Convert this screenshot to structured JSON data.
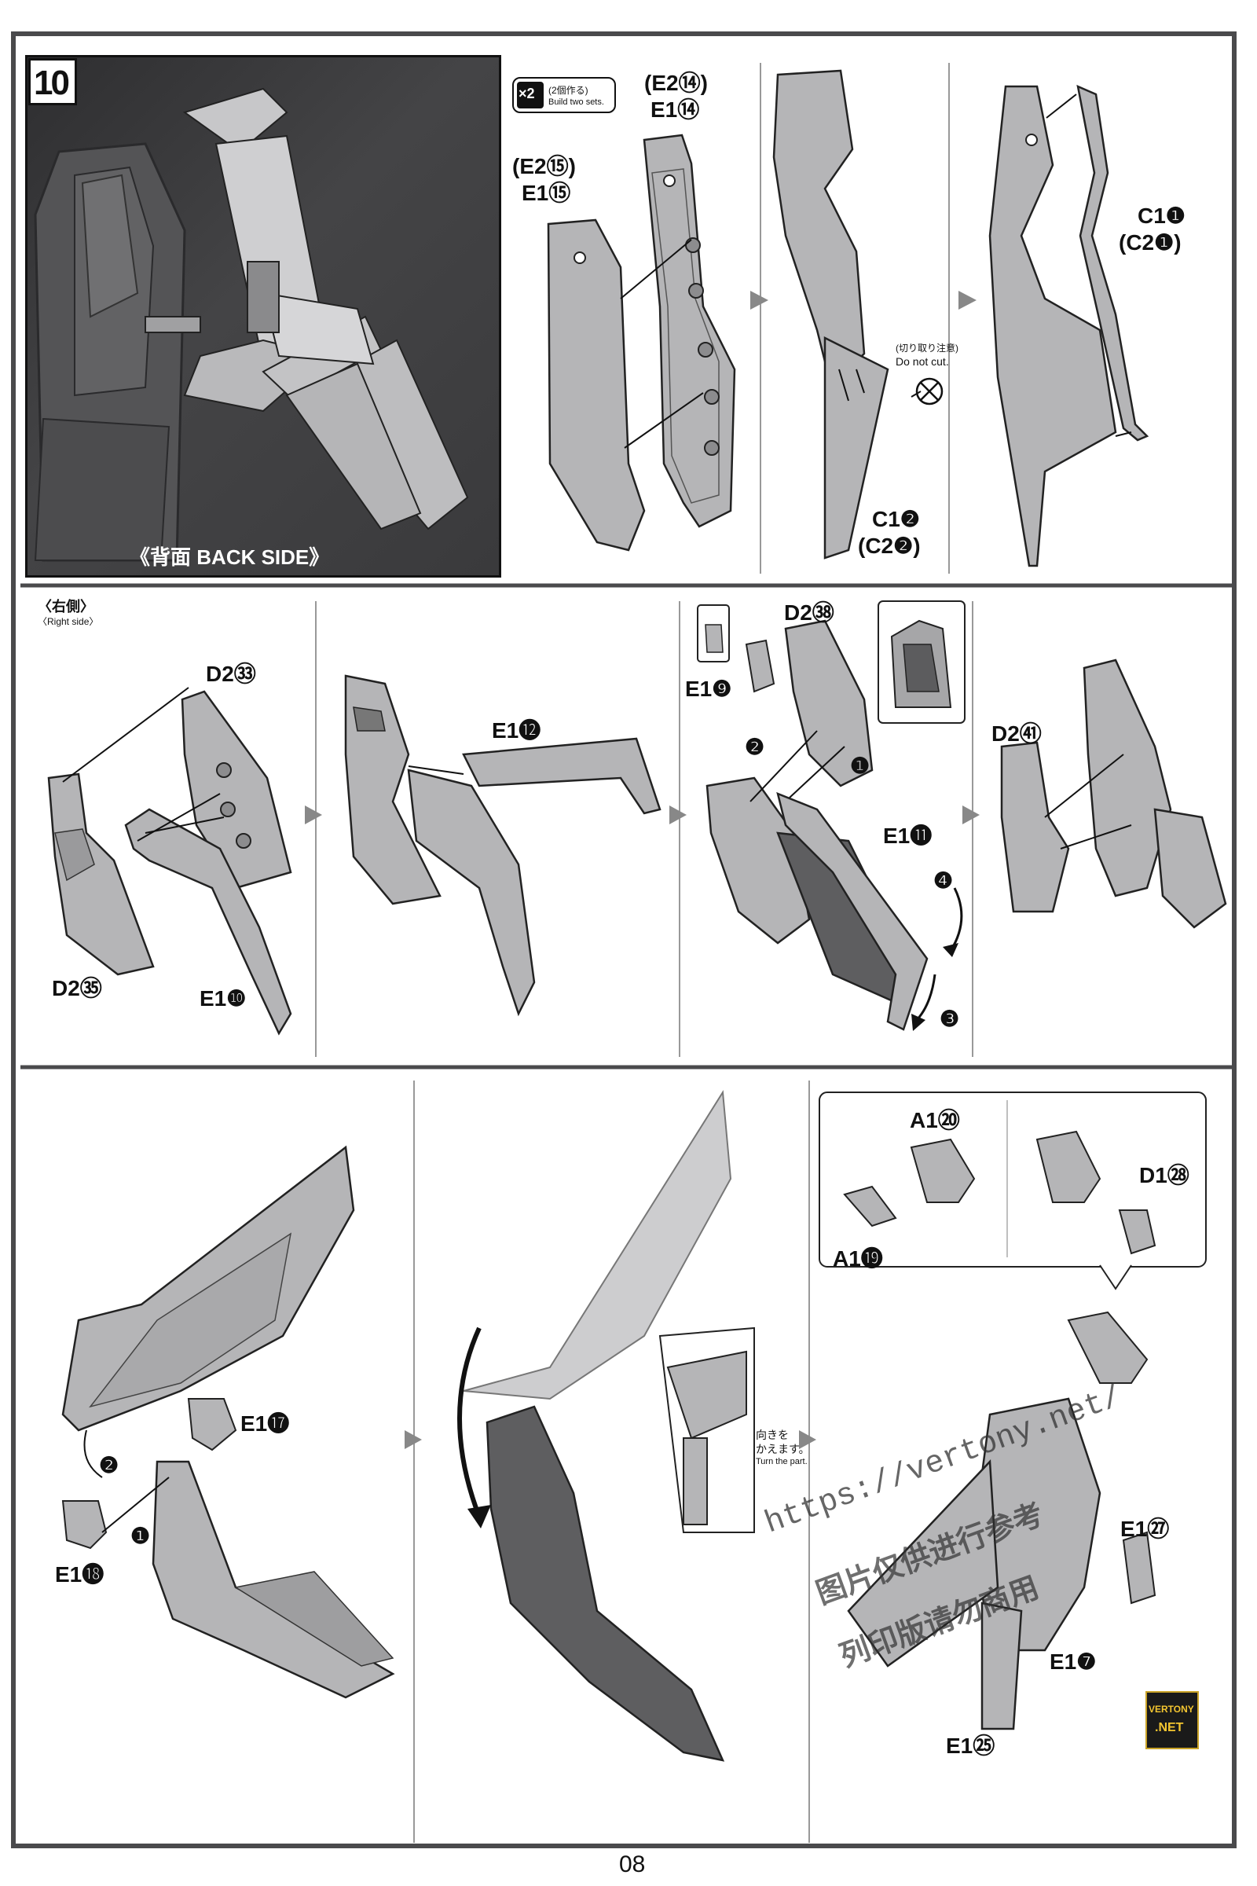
{
  "step_number": "10",
  "back_side": {
    "jp": "背面",
    "en": "BACK SIDE",
    "open": "《",
    "close": "》"
  },
  "build_two": {
    "mult": "×2",
    "jp": "(2個作る)",
    "en": "Build two sets."
  },
  "top_row": {
    "e2_14": "(E2⑭)",
    "e1_14": "E1⑭",
    "e2_15": "(E2⑮)",
    "e1_15": "E1⑮",
    "do_not_cut_jp": "(切り取り注意)",
    "do_not_cut_en": "Do not cut.",
    "c1_2": "C1❷",
    "c2_2": "(C2❷)",
    "c1_1": "C1❶",
    "c2_1": "(C2❶)"
  },
  "right_side": {
    "jp": "〈右側〉",
    "en": "〈Right side〉"
  },
  "mid_row": {
    "d2_33": "D2㉝",
    "d2_35": "D2㉟",
    "e1_10": "E1❿",
    "e1_12": "E1⓬",
    "e1_9": "E1❾",
    "d2_38": "D2㊳",
    "e1_11": "E1⓫",
    "step1": "❶",
    "step2": "❷",
    "step3": "❸",
    "step4": "❹",
    "d2_41": "D2㊶"
  },
  "bottom_row": {
    "e1_17": "E1⓱",
    "e1_18": "E1⓲",
    "step1": "❶",
    "step2": "❷",
    "turn_jp1": "向きを",
    "turn_jp2": "かえます。",
    "turn_en": "Turn the part.",
    "a1_20": "A1⑳",
    "a1_19": "A1⓳",
    "d1_28": "D1㉘",
    "e1_27": "E1㉗",
    "e1_7": "E1❼",
    "e1_25": "E1㉕"
  },
  "watermark": {
    "url": "https://vertony.net/",
    "cn1": "图片仅供进行参考",
    "cn2": "列印版请勿商用",
    "logo1": "VERTONY",
    "logo2": ".NET"
  },
  "page_number": "08",
  "colors": {
    "frame": "#4a4a4c",
    "part": "#b5b5b7",
    "dark_part": "#606062",
    "bg_panel": "#3b3b3d"
  }
}
